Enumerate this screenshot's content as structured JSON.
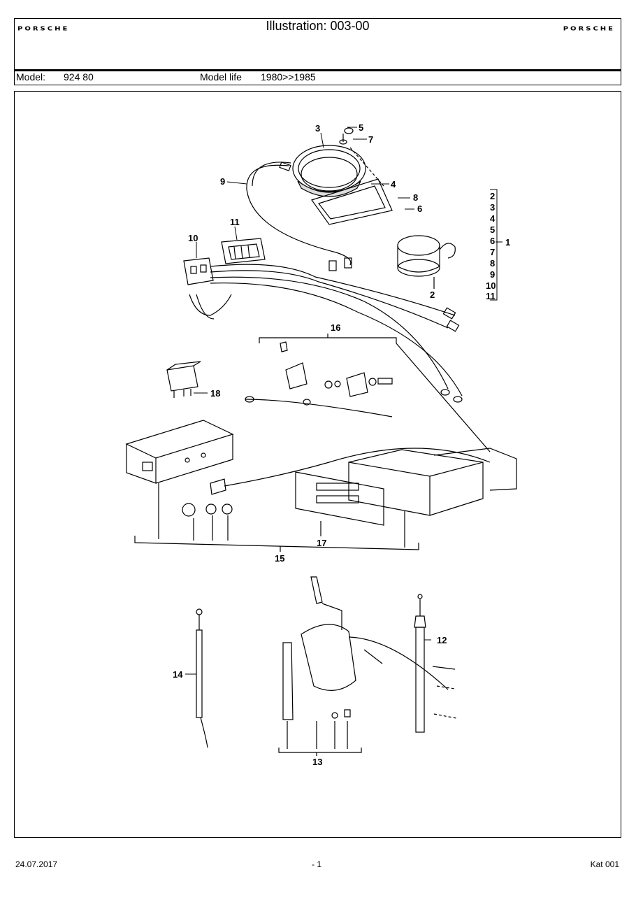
{
  "header": {
    "logo_left": "PORSCHE",
    "logo_right": "PORSCHE",
    "title": "Illustration: 003-00",
    "model_label": "Model:",
    "model_value": "924 80",
    "model_life_label": "Model life",
    "model_life_value": "1980>>1985"
  },
  "diagram": {
    "callouts": {
      "c1": "1",
      "c2": "2",
      "c3": "3",
      "c4": "4",
      "c5": "5",
      "c6": "6",
      "c7": "7",
      "c8": "8",
      "c9": "9",
      "c10": "10",
      "c11": "11",
      "c12": "12",
      "c13": "13",
      "c14": "14",
      "c15": "15",
      "c16": "16",
      "c17": "17",
      "c18": "18"
    },
    "group_list": [
      "2",
      "3",
      "4",
      "5",
      "6",
      "7",
      "8",
      "9",
      "10",
      "11"
    ],
    "group_label": "1"
  },
  "footer": {
    "date": "24.07.2017",
    "page": "- 1",
    "catalog": "Kat 001"
  }
}
